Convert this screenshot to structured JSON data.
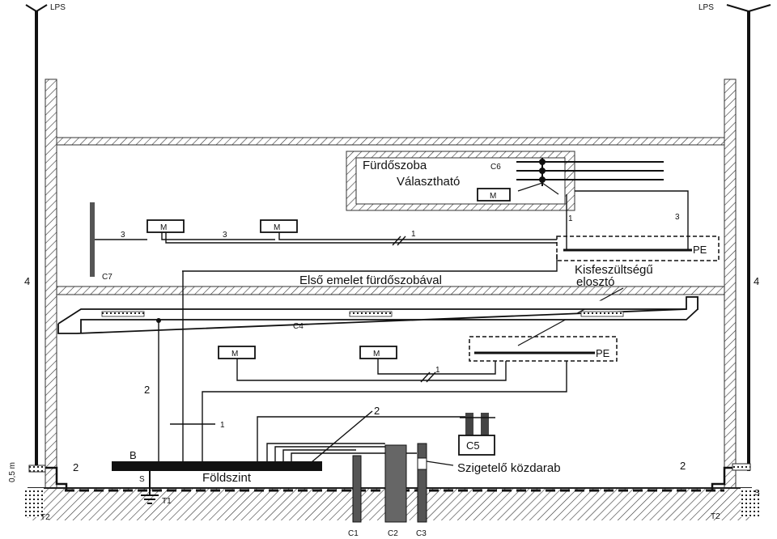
{
  "labels": {
    "lps_left": "LPS",
    "lps_right": "LPS",
    "bathroom": "Fürdőszoba",
    "optional": "Választható",
    "first_floor": "Első emelet fürdőszobával",
    "distributor": "Kisfeszültségű elosztó",
    "ground_floor": "Földszint",
    "insulator": "Szigetelő közdarab",
    "height": "0,5 m"
  },
  "components": {
    "motor": "M",
    "pe": "PE",
    "b": "B",
    "s": "S",
    "c1": "C1",
    "c2": "C2",
    "c3": "C3",
    "c4": "C4",
    "c5": "C5",
    "c6": "C6",
    "c7": "C7",
    "t1": "T1",
    "t2": "T2"
  },
  "wire_numbers": {
    "one": "1",
    "two": "2",
    "three": "3",
    "four": "4"
  }
}
